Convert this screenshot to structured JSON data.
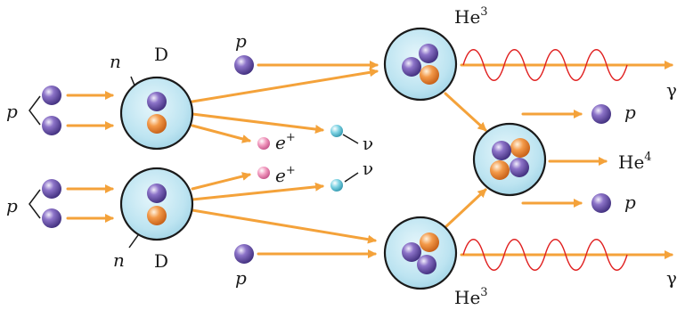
{
  "labels": {
    "proton": "p",
    "neutron": "n",
    "deuterium": "D",
    "positron_base": "e",
    "positron_sup": "+",
    "neutrino": "ν",
    "helium3_base": "He",
    "helium3_sup": "3",
    "helium4_base": "He",
    "helium4_sup": "4",
    "gamma": "γ"
  },
  "colors": {
    "arrow": "#f4a23a",
    "gamma_wave": "#e02020",
    "nucleus_fill": "#bfe6f2",
    "proton": "#6a4fa8",
    "neutron": "#f08a3c",
    "positron": "#f08fb4",
    "neutrino": "#5ec5d8"
  }
}
